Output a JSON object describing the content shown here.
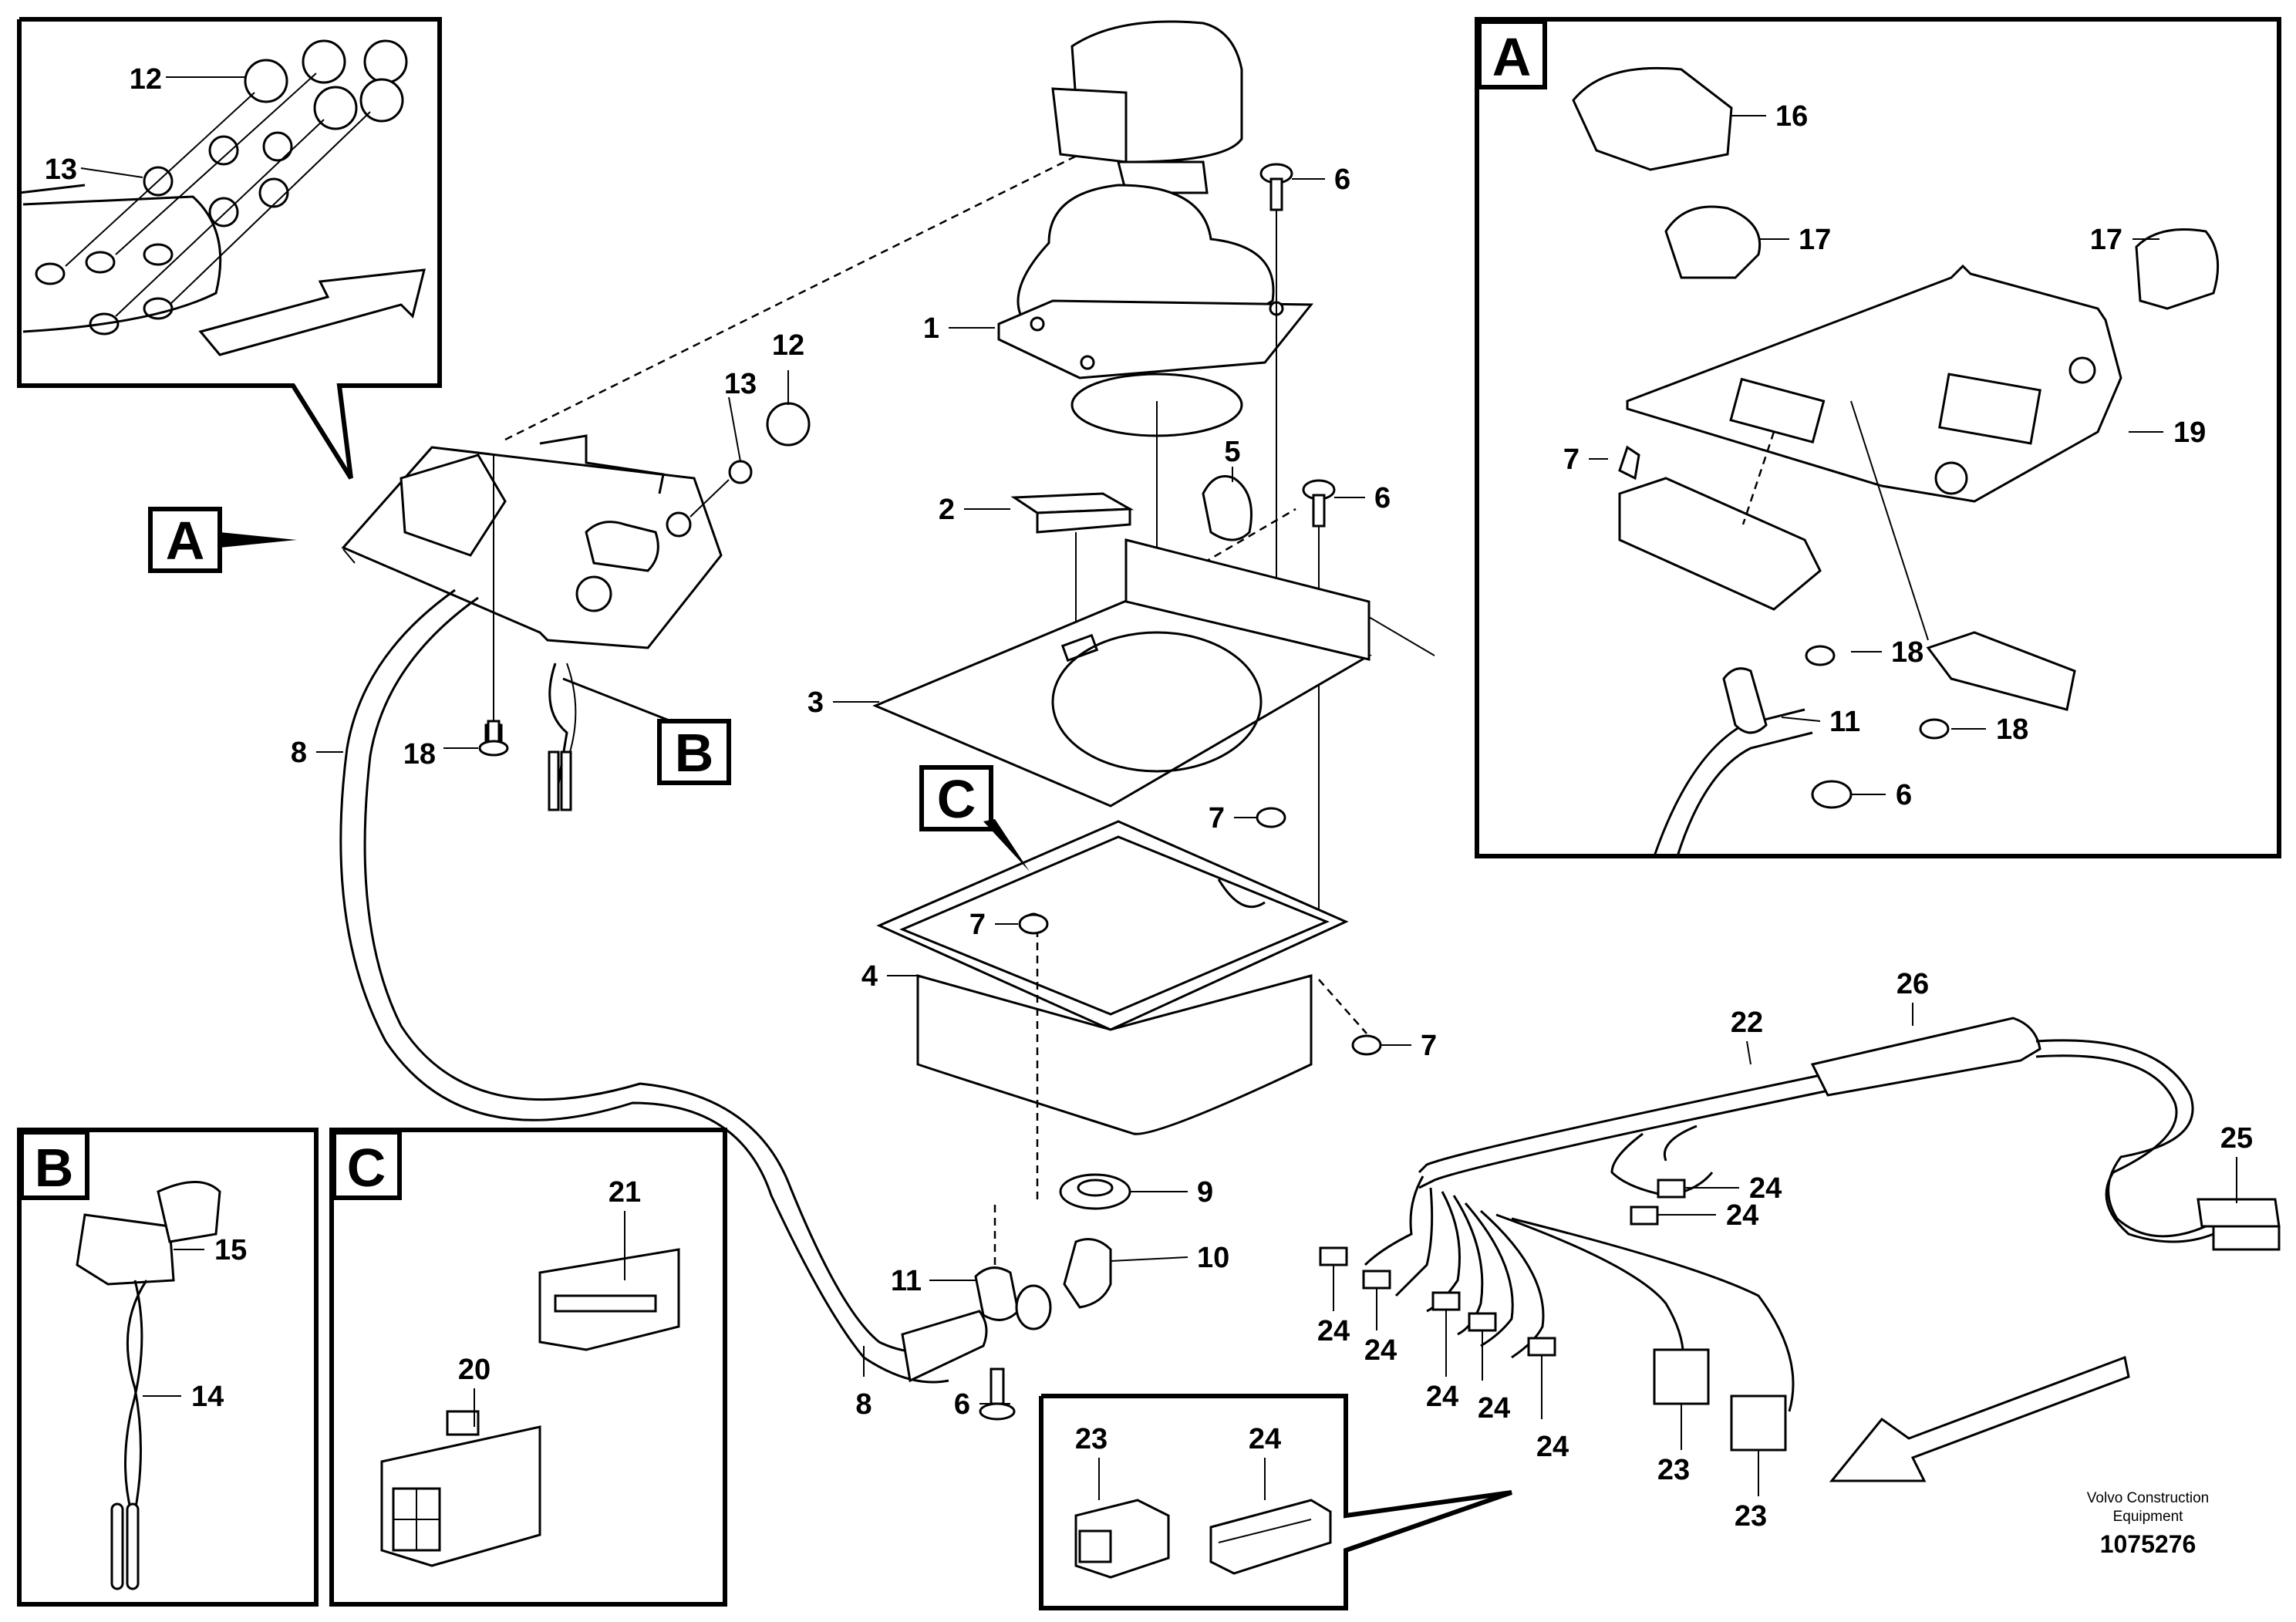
{
  "callouts": {
    "c12_inset": "12",
    "c13_inset": "13",
    "c12": "12",
    "c13": "13",
    "c1": "1",
    "c2": "2",
    "c3": "3",
    "c4": "4",
    "c5": "5",
    "c6_top": "6",
    "c6_mid": "6",
    "c6_bottom": "6",
    "c6_inset_a": "6",
    "c7_mid": "7",
    "c7_box": "7",
    "c7_right": "7",
    "c7_inset_a": "7",
    "c8_left": "8",
    "c8_bottom": "8",
    "c9": "9",
    "c10": "10",
    "c11": "11",
    "c11_inset_a": "11",
    "c14": "14",
    "c15": "15",
    "c16": "16",
    "c17_left": "17",
    "c17_right": "17",
    "c18_left": "18",
    "c18_inset_a1": "18",
    "c18_inset_a2": "18",
    "c19": "19",
    "c20": "20",
    "c21": "21",
    "c22": "22",
    "c23_a": "23",
    "c23_b": "23",
    "c23_legend": "23",
    "c24_a": "24",
    "c24_b": "24",
    "c24_c": "24",
    "c24_d": "24",
    "c24_e": "24",
    "c24_f": "24",
    "c24_g": "24",
    "c24_legend": "24",
    "c25": "25",
    "c26": "26"
  },
  "view_labels": {
    "a_main": "A",
    "b_main": "B",
    "c_main": "C",
    "a_inset": "A",
    "b_inset": "B",
    "c_inset": "C"
  },
  "footer": {
    "brand_line1": "Volvo Construction",
    "brand_line2": "Equipment",
    "drawing_number": "1075276"
  }
}
